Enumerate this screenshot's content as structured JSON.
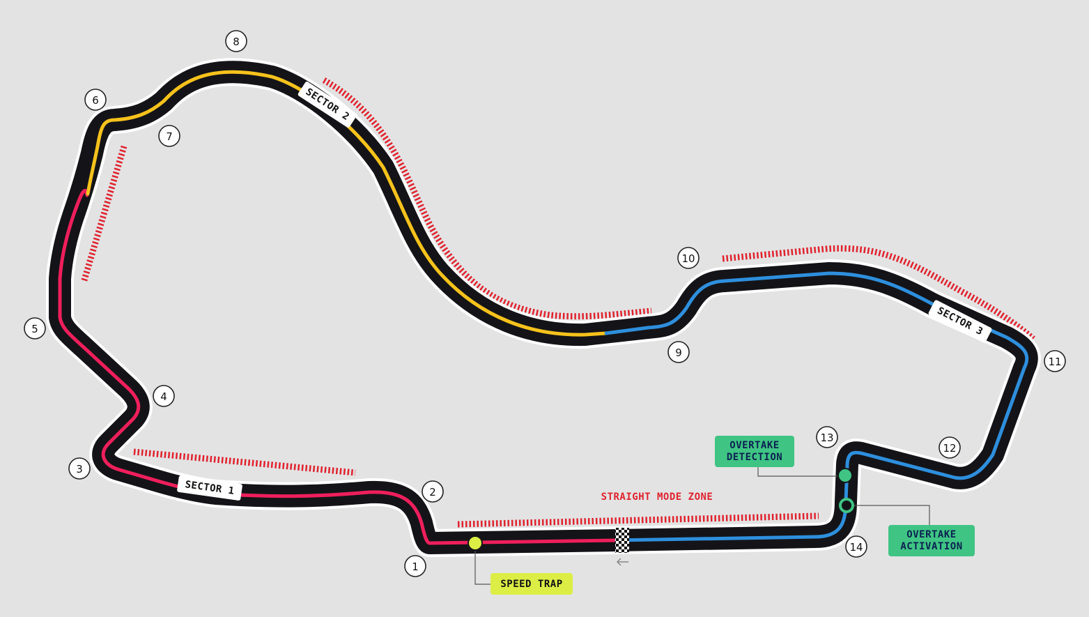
{
  "colors": {
    "background": "#e3e3e3",
    "track": "#141418",
    "track_outline": "#ffffff",
    "sector_1": "#ef1f5c",
    "sector_2": "#f6c21c",
    "sector_3": "#2e8fdd",
    "straight_mode": "#e0222e",
    "speed_trap": "#dcee45",
    "overtake": "#3fc484",
    "overtake_text": "#0b2150"
  },
  "sectors": [
    {
      "label": "SECTOR 1"
    },
    {
      "label": "SECTOR 2"
    },
    {
      "label": "SECTOR 3"
    }
  ],
  "turns": [
    "1",
    "2",
    "3",
    "4",
    "5",
    "6",
    "7",
    "8",
    "9",
    "10",
    "11",
    "12",
    "13",
    "14"
  ],
  "speed_trap": {
    "label": "SPEED TRAP"
  },
  "straight_mode": {
    "label": "STRAIGHT MODE ZONE"
  },
  "overtake_detection": {
    "line1": "OVERTAKE",
    "line2": "DETECTION"
  },
  "overtake_activation": {
    "line1": "OVERTAKE",
    "line2": "ACTIVATION"
  },
  "icons": {
    "start_finish": "checkered-flag",
    "direction": "arrow-left"
  }
}
